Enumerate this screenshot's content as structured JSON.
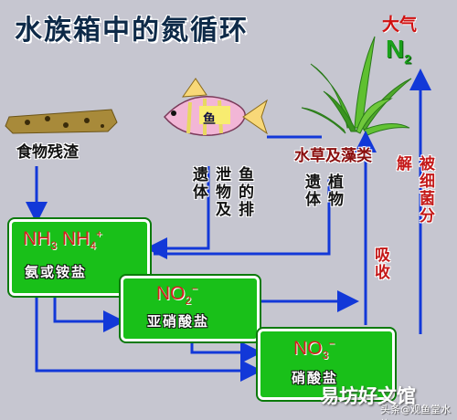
{
  "title": "水族箱中的氮循环",
  "atmosphere": {
    "label": "大气",
    "n2_main": "N",
    "n2_sub": "2"
  },
  "food_label": "食物残渣",
  "fish_label": "鱼",
  "plant_label": "水草及藻类",
  "fish_waste_label": "鱼的排泄物及遗体",
  "plant_remains_label": "植物遗体",
  "absorb_label": "吸收",
  "bacteria_label": "被细菌分解",
  "boxes": {
    "ammonia": {
      "chem_a": "NH",
      "chem_a_sub": "3",
      "chem_b": " NH",
      "chem_b_sub": "4",
      "chem_b_sup": "+",
      "name": "氨或铵盐"
    },
    "nitrite": {
      "chem": "NO",
      "chem_sub": "2",
      "chem_sup": "−",
      "name": "亚硝酸盐"
    },
    "nitrate": {
      "chem": "NO",
      "chem_sub": "3",
      "chem_sup": "−",
      "name": "硝酸盐"
    }
  },
  "watermark": {
    "main": "易坊好文馆",
    "sub": "头条@观鱼堂水族"
  },
  "colors": {
    "arrow": "#1238d8",
    "box_fill": "#19c019",
    "accent_red": "#c41818",
    "background": "#c6c6d0"
  }
}
